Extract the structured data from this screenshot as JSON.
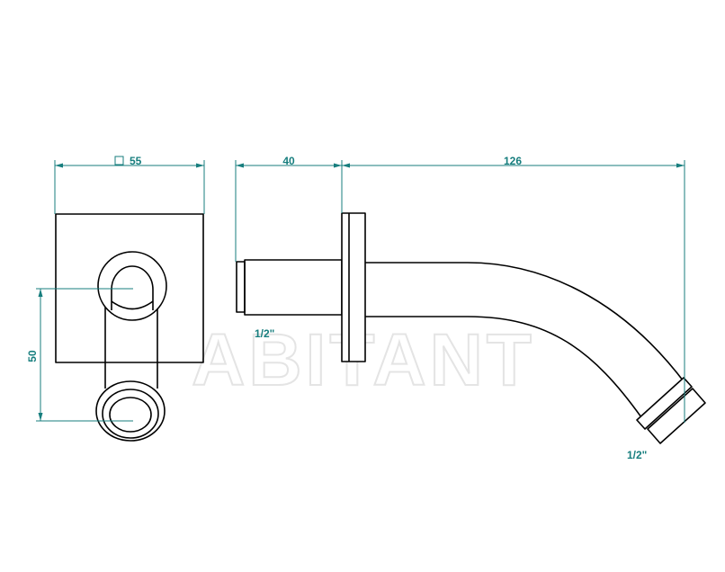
{
  "watermark": "ABITANT",
  "colors": {
    "dimension": "#177e7e",
    "outline": "#000000",
    "watermark": "#e4e4e4"
  },
  "dimensions": {
    "plate_width": {
      "symbol": "□",
      "value": "55"
    },
    "height": "50",
    "wall_depth": "40",
    "spout_length": "126",
    "inlet_thread": "1/2\"",
    "outlet_thread": "1/2\""
  }
}
